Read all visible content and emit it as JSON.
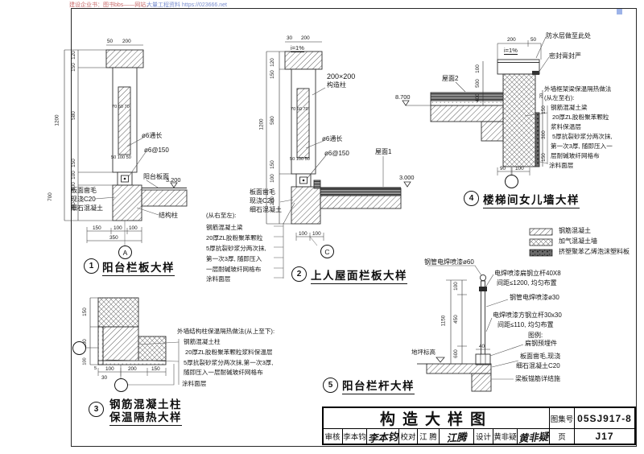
{
  "watermark": {
    "red": "建设企业书：图书bbs——网站，",
    "blue": "大量工程资料 https://023666.net"
  },
  "d1": {
    "num": "1",
    "title": "阳台栏板大样",
    "section_mark": "A",
    "dims": {
      "top": [
        "50",
        "200"
      ],
      "left": [
        "120",
        "150",
        "580",
        "150",
        "100",
        "100",
        "200"
      ],
      "left_total": "1200",
      "left_sub": "700",
      "mid": "70 60 70",
      "inner": "50 100 50",
      "bottom": [
        "150",
        "100",
        "100"
      ],
      "bottom_total": "350",
      "level": "3.200"
    },
    "labels": {
      "bar_long": "ø6通长",
      "bar_spacing": "ø6@150",
      "deck": "阳台板面",
      "rough_l1": "板面凿毛",
      "rough_l2": "现浇C20",
      "rough_l3": "细石混凝土",
      "column": "结构柱"
    }
  },
  "d2": {
    "num": "2",
    "title": "上人屋面栏板大样",
    "section_mark": "C",
    "dims": {
      "top": [
        "30",
        "200"
      ],
      "slope": "i=1%",
      "left": [
        "120",
        "150",
        "580",
        "150",
        "100",
        "200"
      ],
      "left_total": "1200",
      "mid": "70 60 70",
      "inner": "50 100 50",
      "bottom": [
        "100",
        "100"
      ],
      "level": "3.000"
    },
    "labels": {
      "column_size": "200×200",
      "column_name": "构造柱",
      "bar_long": "ø6通长",
      "bar_spacing": "ø6@150",
      "roof": "屋面1",
      "rough_l1": "板面凿毛",
      "rough_l2": "现浇C20",
      "rough_l3": "细石混凝土"
    },
    "notes": {
      "head": "(从右至左):",
      "items": [
        "钢筋混凝土梁",
        "20厚ZL胶粉聚苯颗粒",
        "5厚抗裂砂浆分两次抹,",
        "第一次3厚, 随即压入",
        "一层耐碱玻纤网格布",
        "涂料面层"
      ]
    }
  },
  "d3": {
    "num": "3",
    "title_l1": "钢筋混凝土柱",
    "title_l2": "保温隔热大样",
    "dims": {
      "left": [
        "150",
        "200",
        "100"
      ],
      "bottom": [
        "5",
        "100",
        "200",
        "150"
      ],
      "bottom_sub": "30"
    },
    "notes": {
      "head": "外墙结构柱保温隔热做法(从上至下):",
      "items": [
        "钢筋混凝土柱",
        "20厚ZL胶粉聚苯颗粒浆料保温层",
        "5厚抗裂砂浆分两次抹,第一次3厚,",
        "随即压入一层耐碱玻纤网格布",
        "涂料面层"
      ]
    }
  },
  "d4": {
    "num": "4",
    "title": "楼梯间女儿墙大样",
    "dims": {
      "top": [
        "200",
        "50"
      ],
      "slope": "i=1%",
      "inner": [
        "100",
        "500",
        "400"
      ],
      "right": [
        "20",
        "150",
        "300",
        "150"
      ],
      "bottom": [
        "90",
        "100"
      ],
      "level": "8.700"
    },
    "labels": {
      "waterproof": "防水层做至此处",
      "sealant": "密封膏封严",
      "roof": "屋面2"
    },
    "notes": {
      "head_l1": "外墙框架梁保温隔热做法",
      "head_l2": "(从左至右):",
      "items": [
        "钢筋混凝土梁",
        "20厚ZL胶粉聚苯颗粒",
        "浆料保温层",
        "5厚抗裂砂浆分两次抹,",
        "第一次3厚, 随即压入一",
        "层耐碱玻纤网格布",
        "涂料面层"
      ]
    }
  },
  "legend": {
    "items": [
      {
        "name": "钢筋混凝土"
      },
      {
        "name": "加气混凝土墙"
      },
      {
        "name": "挤塑聚苯乙烯泡沫塑料板"
      }
    ]
  },
  "d5": {
    "num": "5",
    "title": "阳台栏杆大样",
    "dims": {
      "v": [
        "100",
        "450",
        "600"
      ],
      "v_total": "1150",
      "anchor_width": "40"
    },
    "labels": {
      "top_tube": "钢管电焊喷漆ø60",
      "flat_post": "电焊喷漆扁钢立杆40X8",
      "flat_post_spacing": "间距≤1200, 均匀布置",
      "mid_tube": "钢管电焊喷漆ø30",
      "square_post": "电焊喷漆方钢立杆30x30",
      "square_post_spacing": "间距≤110, 均匀布置",
      "legend_head": "图例:",
      "embed": "扁钢预埋件",
      "ground": "地坪标高",
      "rough_l1": "板面凿毛,现浇",
      "rough_l2": "细石混凝土C20",
      "anchor_note": "梁板锚筋详结施"
    }
  },
  "titleblock": {
    "title": "构造大样图",
    "atlas_label": "图集号",
    "atlas_no": "05SJ917-8",
    "page_label": "页",
    "page_no": "J17",
    "reviewer_label": "审核",
    "reviewer_name": "李本钧",
    "reviewer_sig": "李本钧",
    "checker_label": "校对",
    "checker_name": "江 腾",
    "checker_sig": "江腾",
    "designer_label": "设计",
    "designer_name": "黄非疑",
    "designer_sig": "黄非疑"
  }
}
